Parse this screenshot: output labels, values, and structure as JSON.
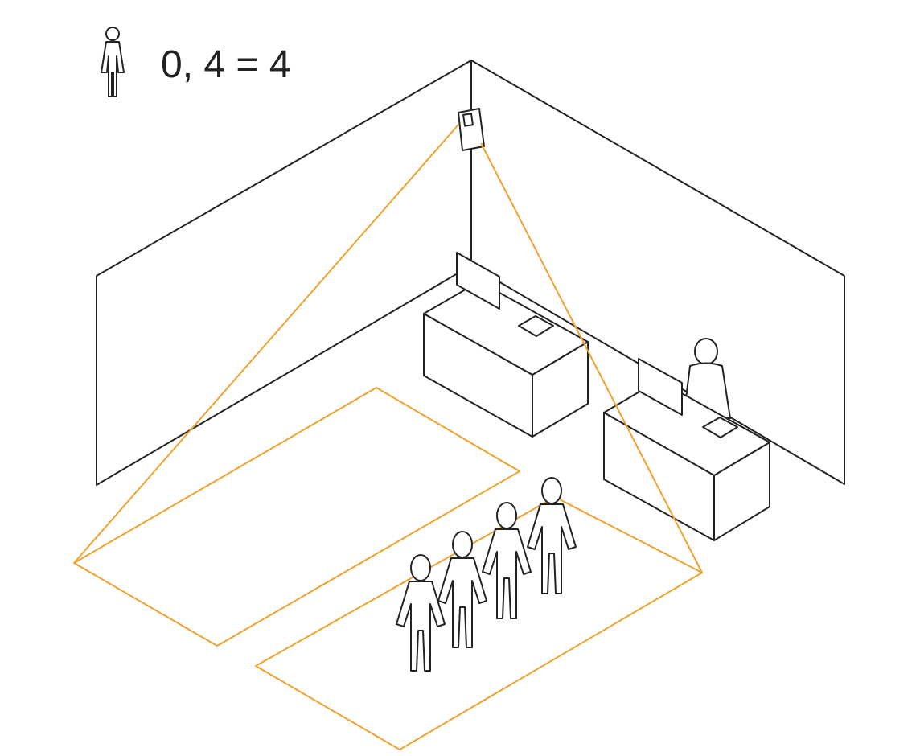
{
  "legend": {
    "icon": "person-icon",
    "count_text": "0, 4 = 4"
  },
  "colors": {
    "zone": "#F0A22E",
    "line": "#222222",
    "background": "#FFFFFF"
  },
  "scene": {
    "camera_icon": "camera-icon",
    "queue_people": 4,
    "counters": 2,
    "staff_people": 1,
    "zones": 2
  }
}
